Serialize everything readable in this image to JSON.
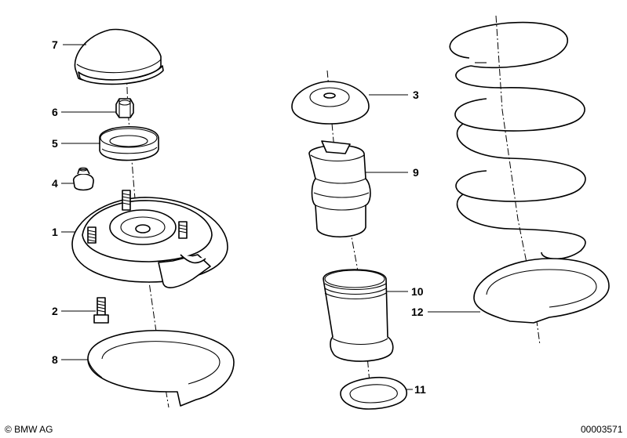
{
  "parts": [
    {
      "id": "p1",
      "label": "1"
    },
    {
      "id": "p2",
      "label": "2"
    },
    {
      "id": "p3",
      "label": "3"
    },
    {
      "id": "p4",
      "label": "4"
    },
    {
      "id": "p5",
      "label": "5"
    },
    {
      "id": "p6",
      "label": "6"
    },
    {
      "id": "p7",
      "label": "7"
    },
    {
      "id": "p8",
      "label": "8"
    },
    {
      "id": "p9",
      "label": "9"
    },
    {
      "id": "p10",
      "label": "10"
    },
    {
      "id": "p11",
      "label": "11"
    },
    {
      "id": "p12",
      "label": "12"
    }
  ],
  "footer": {
    "copyright": "© BMW AG",
    "diagram_number": "00003571"
  }
}
